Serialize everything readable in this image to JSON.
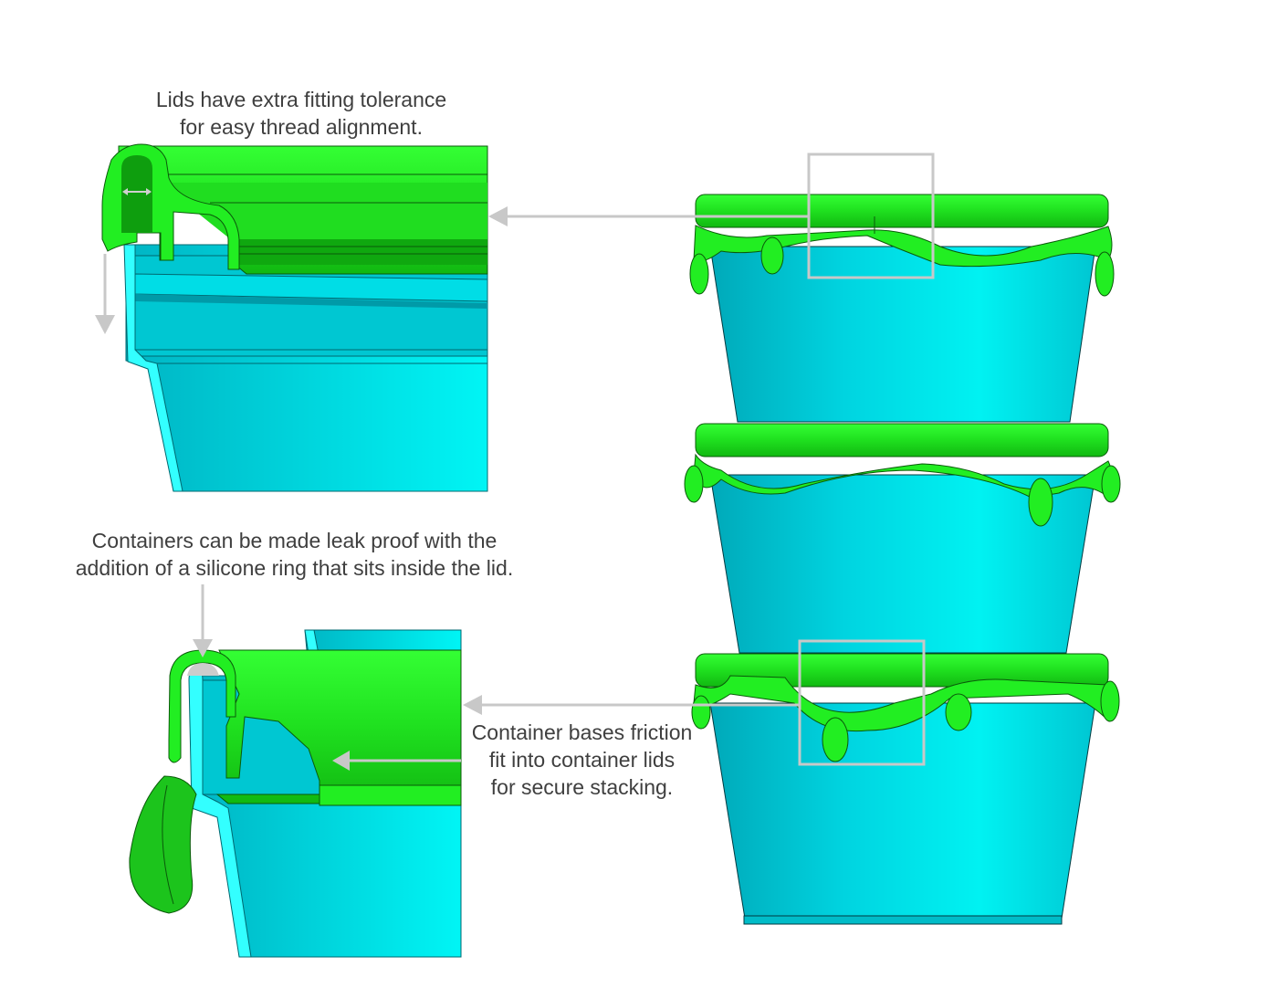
{
  "captions": {
    "lid_tolerance": {
      "line1": "Lids have extra fitting tolerance",
      "line2": "for easy thread alignment."
    },
    "leak_proof": {
      "line1": "Containers can be made leak proof with the",
      "line2": "addition of a silicone ring that sits inside the lid."
    },
    "friction_fit": {
      "line1": "Container bases friction",
      "line2": "fit into container lids",
      "line3": "for secure stacking."
    }
  },
  "colors": {
    "lid_green": "#22ee22",
    "lid_dark_green": "#0fb30f",
    "container_cyan": "#00eeee",
    "container_dark_cyan": "#00b8c4",
    "callout_gray": "#c8c8c8",
    "text": "#3f3f3f"
  },
  "figures": {
    "detail_top": "Cross-section: lid thread tolerance",
    "detail_bottom": "Cross-section: stacked base in lid with silicone ring",
    "stack": "Three stacked containers with lids"
  }
}
